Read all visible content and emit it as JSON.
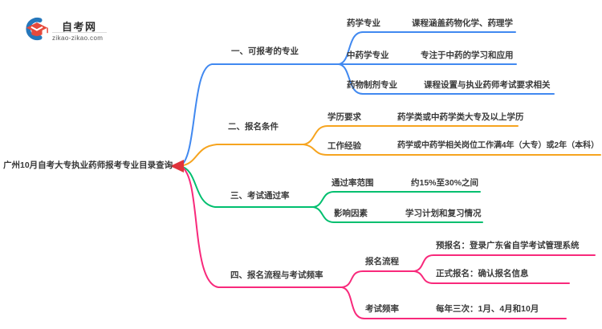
{
  "logo": {
    "title": "自考网",
    "domain": "zikao-zikao.com",
    "icon_blue": "#2577bb",
    "icon_red": "#e64a3c"
  },
  "mindmap": {
    "central": "广州10月自考大专执业药师报考专业目录查询",
    "marker_color": "#e0333c",
    "branches": [
      {
        "label": "一、可报考的专业",
        "color": "#4189f0",
        "children": [
          {
            "label": "药学专业",
            "desc": "课程涵盖药物化学、药理学"
          },
          {
            "label": "中药学专业",
            "desc": "专注于中药的学习和应用"
          },
          {
            "label": "药物制剂专业",
            "desc": "课程设置与执业药师考试要求相关"
          }
        ]
      },
      {
        "label": "二、报名条件",
        "color": "#f6a41f",
        "children": [
          {
            "label": "学历要求",
            "desc": "药学类或中药学类大专及以上学历"
          },
          {
            "label": "工作经验",
            "desc": "药学或中药学相关岗位工作满4年（大专）或2年（本科）"
          }
        ]
      },
      {
        "label": "三、考试通过率",
        "color": "#00bf6f",
        "children": [
          {
            "label": "通过率范围",
            "desc": "约15%至30%之间"
          },
          {
            "label": "影响因素",
            "desc": "学习计划和复习情况"
          }
        ]
      },
      {
        "label": "四、报名流程与考试频率",
        "color": "#f8297b",
        "children": [
          {
            "label": "报名流程",
            "sub": [
              "预报名：登录广东省自学考试管理系统",
              "正式报名：确认报名信息"
            ]
          },
          {
            "label": "考试频率",
            "sub": [
              "每年三次：1月、4月和10月"
            ]
          }
        ]
      }
    ]
  }
}
